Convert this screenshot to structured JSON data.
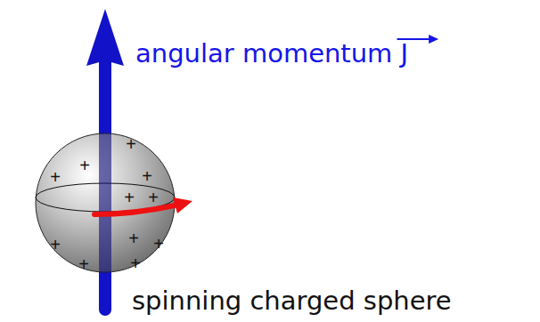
{
  "diagram": {
    "labels": [
      "angular momentum J",
      "spinning charged sphere",
      "+",
      "+",
      "+",
      "+",
      "+",
      "+",
      "+",
      "+",
      "+",
      "+",
      "+"
    ]
  }
}
